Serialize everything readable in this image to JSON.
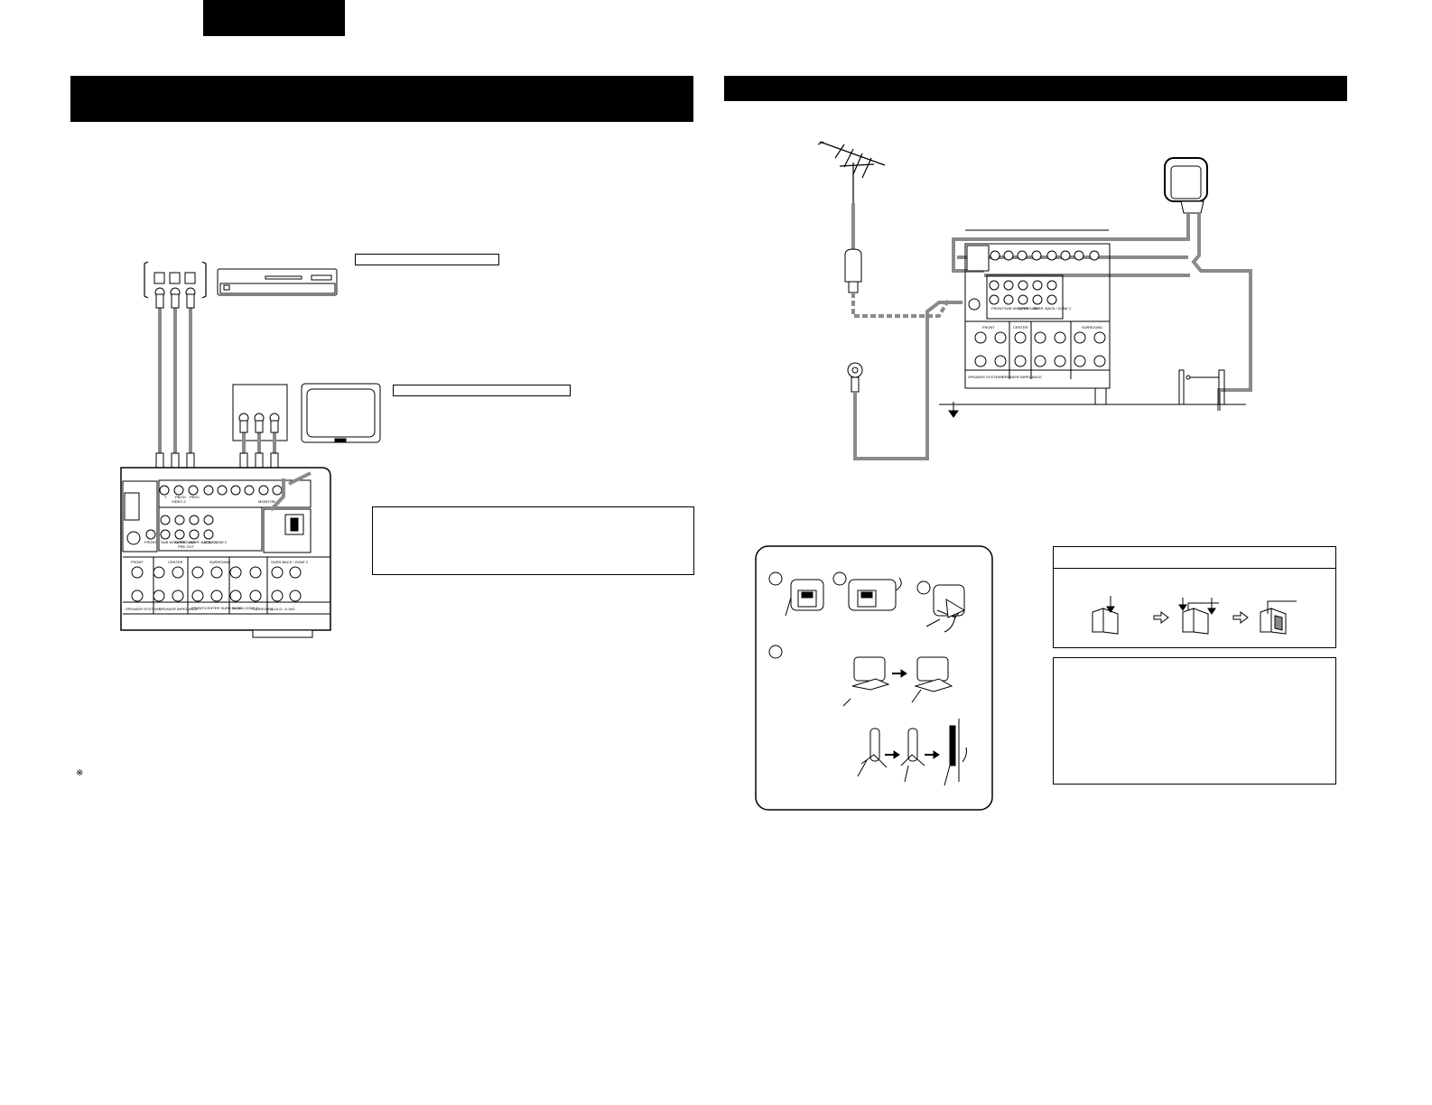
{
  "header": {
    "tab_block_color": "#000000",
    "left_title_bar_color": "#000000",
    "right_title_bar_color": "#000000"
  },
  "left_panel": {
    "jack_labels": [
      "Y",
      "PB/Cb",
      "PR/Cr"
    ],
    "jack_group_upper": "VIDEO 2",
    "jack_group_right": "MONITOR",
    "jack_group_out": "PRE OUT",
    "preout_labels": [
      "FRONT",
      "SUB WOOFER",
      "SURROUND",
      "SURR. BACK / ZONE 2",
      "ZONE 3"
    ],
    "speaker_group_labels": [
      "FRONT",
      "CENTER",
      "SURROUND",
      "SURR.BACK / ZONE 2"
    ],
    "footer_labels": [
      "SPEAKER SYSTEMS",
      "SPEAKER IMPEDANCE",
      "FRONT/CENTER SURR.BACK / ZONE 2",
      "6-16Ω",
      "SURROUND",
      "4-16 Ω : 6-16Ω"
    ],
    "footnote_mark": "※"
  },
  "right_panel": {
    "preout_labels": [
      "FRONT",
      "SUB WOOFER",
      "SURROUND",
      "SURR. BACK / ZONE 2"
    ],
    "speaker_group_labels": [
      "FRONT",
      "CENTER",
      "SURROUND"
    ],
    "footer_labels": [
      "SPEAKER SYSTEMS",
      "SPEAKER IMPEDANCE"
    ]
  },
  "colors": {
    "cable_gray": "#8a8a8a",
    "line_black": "#000000"
  }
}
